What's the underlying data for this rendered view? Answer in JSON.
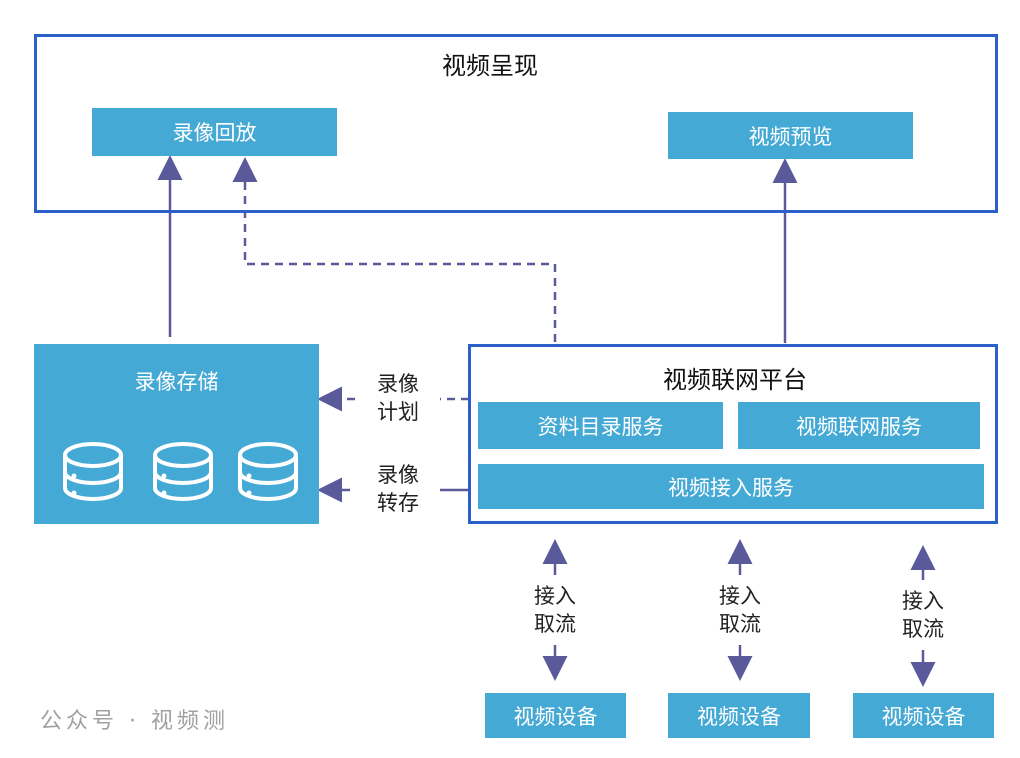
{
  "top": {
    "title": "视频呈现",
    "playback": "录像回放",
    "preview": "视频预览"
  },
  "storage": {
    "title": "录像存储",
    "icons": [
      "database-icon",
      "database-icon",
      "database-icon"
    ]
  },
  "platform": {
    "title": "视频联网平台",
    "catalog": "资料目录服务",
    "network": "视频联网服务",
    "access": "视频接入服务"
  },
  "links": {
    "plan": [
      "录像",
      "计划"
    ],
    "transfer": [
      "录像",
      "转存"
    ],
    "stream": [
      "接入",
      "取流"
    ]
  },
  "devices": [
    "视频设备",
    "视频设备",
    "视频设备"
  ],
  "watermark": "公众号 · 视频测",
  "colors": {
    "block": "#45a9d5",
    "frame": "#2b5fc9",
    "arrow": "#5a5a9a"
  }
}
